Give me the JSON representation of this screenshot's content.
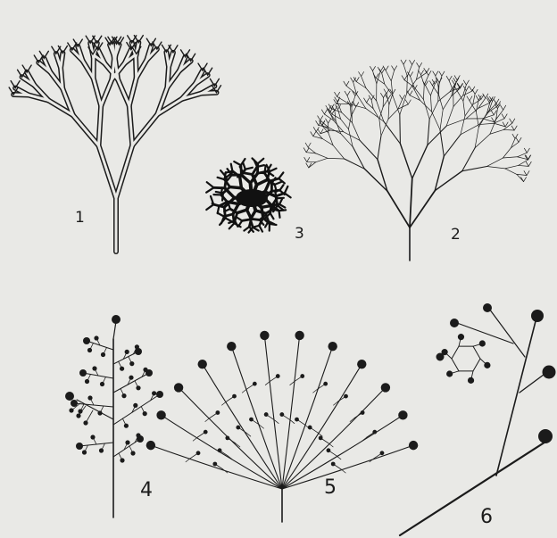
{
  "figure": {
    "labels": {
      "fig1": "1",
      "fig2": "2",
      "fig3": "3",
      "fig4": "4",
      "fig5": "5",
      "fig6": "6"
    },
    "colors": {
      "paper": "#e9e9e6",
      "ink": "#1b1b1b"
    }
  }
}
